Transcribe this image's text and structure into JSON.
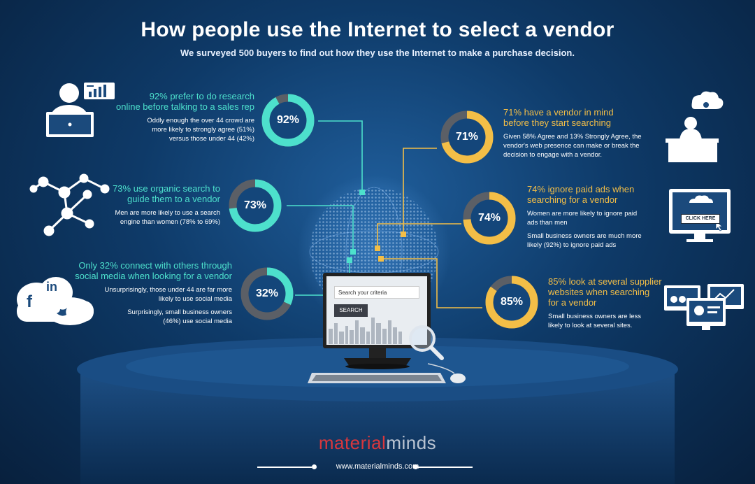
{
  "header": {
    "title": "How people use the Internet to select a vendor",
    "subtitle": "We surveyed 500 buyers to find out how they use the Internet to make a purchase decision."
  },
  "colors": {
    "teal": "#4de0cc",
    "gold": "#f3be47",
    "ring_track": "#5b5f66",
    "ring_center": "#14467a",
    "background": "#0e3a68"
  },
  "stats": {
    "research": {
      "percent": 92,
      "label": "92%",
      "headline": [
        "92% prefer to do research",
        "online before talking to a sales rep"
      ],
      "body": [
        "Oddly enough the over 44 crowd are",
        "more likely to strongly agree (51%)",
        "versus those under 44 (42%)"
      ]
    },
    "organic": {
      "percent": 73,
      "label": "73%",
      "headline": [
        "73% use organic search to",
        "guide them to a vendor"
      ],
      "body": [
        "Men are more likely to use a search",
        "engine than women (78% to 69%)"
      ]
    },
    "social": {
      "percent": 32,
      "label": "32%",
      "headline": [
        "Only 32% connect with others through",
        "social media when looking for a vendor"
      ],
      "body": [
        "Unsurprisingly, those under 44 are far more",
        "likely to use social media"
      ],
      "body2": [
        "Surprisingly, small business owners",
        "(46%) use social media"
      ]
    },
    "vendor_in_mind": {
      "percent": 71,
      "label": "71%",
      "headline": [
        "71% have a vendor in mind",
        "before they start searching"
      ],
      "body": [
        "Given 58% Agree and 13% Strongly Agree, the",
        "vendor's web presence can make or break the",
        "decision to engage with a vendor."
      ]
    },
    "paid_ads": {
      "percent": 74,
      "label": "74%",
      "headline": [
        "74% ignore paid ads when",
        "searching for a vendor"
      ],
      "body": [
        "Women are more likely to ignore paid",
        "ads than men"
      ],
      "body2": [
        "Small business owners are much more",
        "likely (92%) to ignore paid ads"
      ]
    },
    "suppliers": {
      "percent": 85,
      "label": "85%",
      "headline": [
        "85% look at several supplier",
        "websites when searching",
        "for a vendor"
      ],
      "body": [
        "Small business owners are less",
        "likely to look at several sites."
      ]
    }
  },
  "monitor": {
    "search_placeholder": "Search your criteria",
    "search_button": "SEARCH"
  },
  "click_here_label": "CLICK HERE",
  "social_logos": [
    "in",
    "f"
  ],
  "icons": [
    "presenter-laptop-icon",
    "network-nodes-icon",
    "social-cloud-icon",
    "thinking-person-desk-icon",
    "click-here-monitor-icon",
    "multi-screen-icon",
    "magnifier-icon",
    "keyboard-icon",
    "mouse-icon"
  ],
  "footer": {
    "brand_part1": "material",
    "brand_part2": "minds",
    "url": "www.materialminds.com"
  }
}
